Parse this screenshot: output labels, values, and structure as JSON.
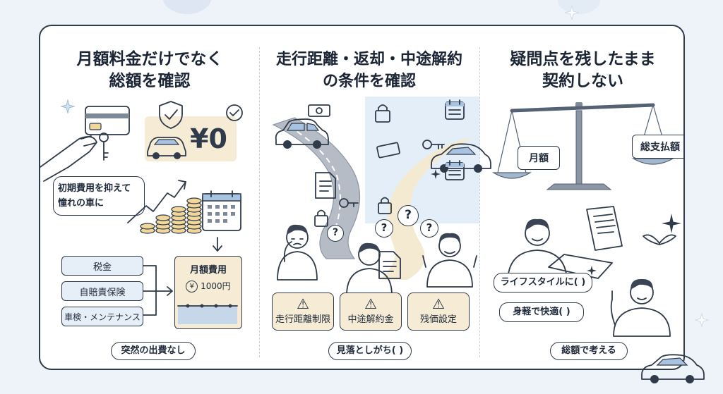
{
  "colors": {
    "ink": "#2f3a4a",
    "panel_bg": "#ffffff",
    "accent_blue": "#e6eef8",
    "accent_beige": "#f6ecd6",
    "page_bg": "#eef3f9"
  },
  "panel1": {
    "title_line1": "月額料金だけでなく",
    "title_line2": "総額を確認",
    "price_zero": "¥0",
    "bubble_line1": "初期費用を抑えて",
    "bubble_line2": "憧れの車に",
    "costs": [
      "税金",
      "自賠責保険",
      "車検・メンテナンス"
    ],
    "monthly_title": "月額費用",
    "monthly_amount": "1000円",
    "yen_symbol": "¥",
    "footer": "突然の出費なし"
  },
  "panel2": {
    "title_line1": "走行距離・返却・中途解約",
    "title_line2": "の条件を確認",
    "warnings": [
      "走行距離制限",
      "中途解約金",
      "残価設定"
    ],
    "warning_icon": "⚠",
    "question_mark": "?",
    "footer": "見落としがち( )"
  },
  "panel3": {
    "title_line1": "疑問点を残したまま",
    "title_line2": "契約しない",
    "scale_left": "月額",
    "scale_right": "総支払額",
    "bubble1": "ライフスタイルに( )",
    "bubble2": "身軽で快適( )",
    "footer": "総額で考える"
  },
  "icons": [
    "credit-card-icon",
    "car-key-icon",
    "shield-check-icon",
    "car-icon",
    "coin-stack-icon",
    "calendar-icon",
    "lock-icon",
    "money-icon",
    "document-icon",
    "warning-icon",
    "balance-scale-icon",
    "wings-icon",
    "sparkle-icon"
  ]
}
